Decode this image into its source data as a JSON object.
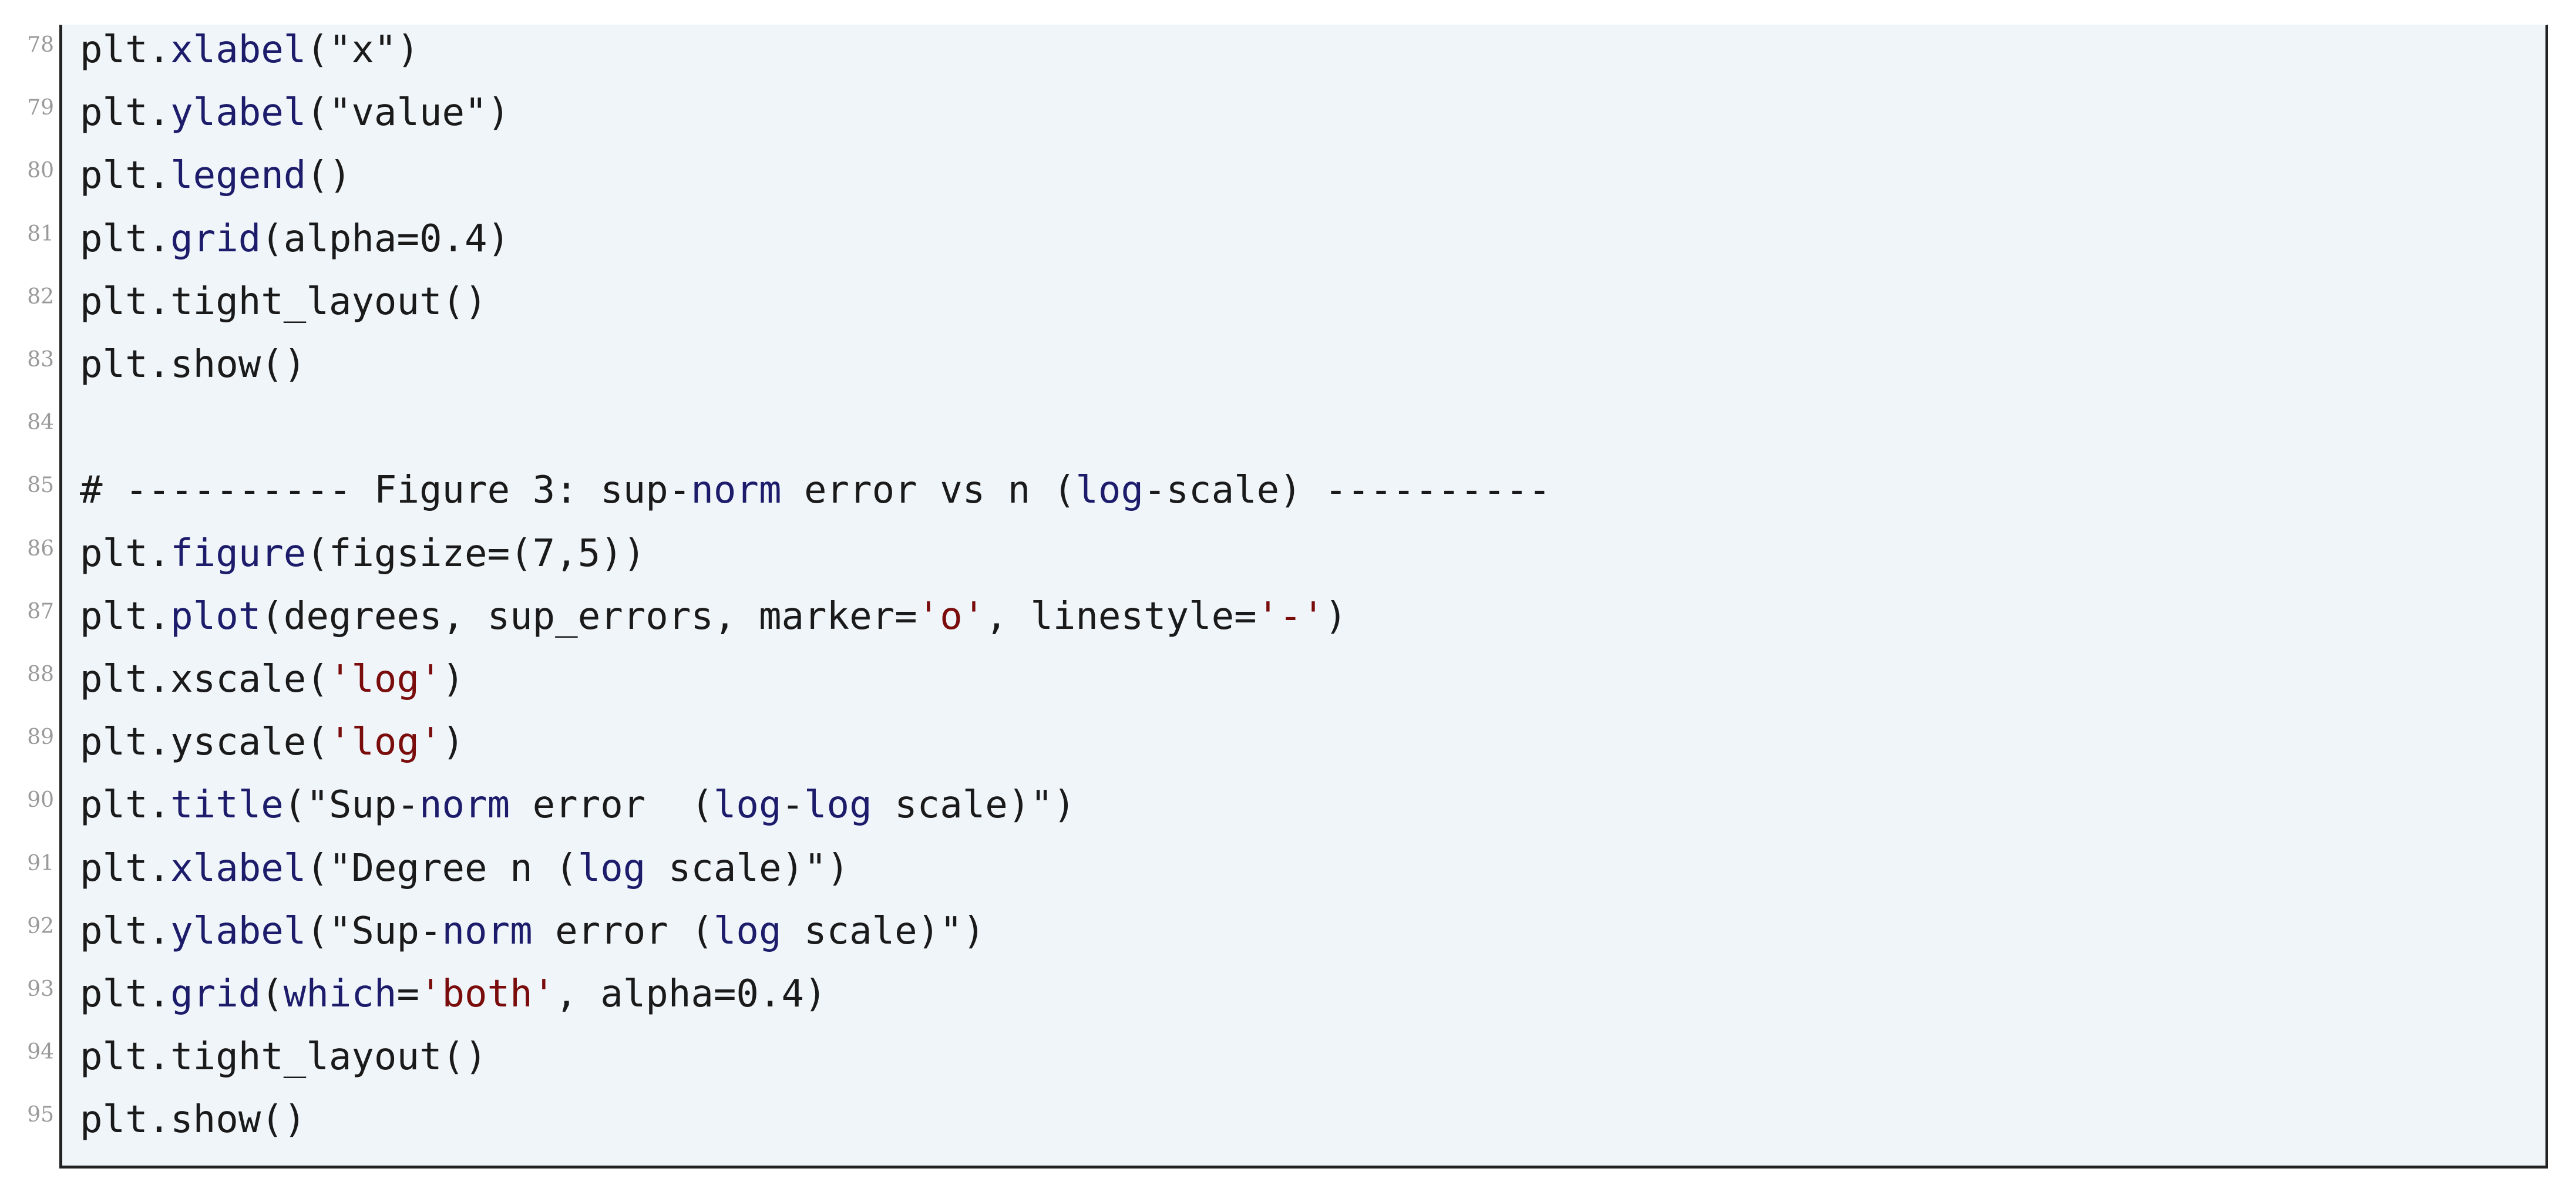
{
  "listing": {
    "lines": [
      {
        "no": "78",
        "segments": [
          {
            "t": "plt."
          },
          {
            "t": "xlabel",
            "c": "kw"
          },
          {
            "t": "(\"x\")"
          }
        ]
      },
      {
        "no": "79",
        "segments": [
          {
            "t": "plt."
          },
          {
            "t": "ylabel",
            "c": "kw"
          },
          {
            "t": "(\"value\")"
          }
        ]
      },
      {
        "no": "80",
        "segments": [
          {
            "t": "plt."
          },
          {
            "t": "legend",
            "c": "kw"
          },
          {
            "t": "()"
          }
        ]
      },
      {
        "no": "81",
        "segments": [
          {
            "t": "plt."
          },
          {
            "t": "grid",
            "c": "kw"
          },
          {
            "t": "(alpha=0.4)"
          }
        ]
      },
      {
        "no": "82",
        "segments": [
          {
            "t": "plt.tight_layout()"
          }
        ]
      },
      {
        "no": "83",
        "segments": [
          {
            "t": "plt.show()"
          }
        ]
      },
      {
        "no": "84",
        "segments": []
      },
      {
        "no": "85",
        "segments": [
          {
            "t": "# ---------- Figure 3: sup-"
          },
          {
            "t": "norm",
            "c": "kw"
          },
          {
            "t": " error vs n ("
          },
          {
            "t": "log",
            "c": "kw"
          },
          {
            "t": "-scale) ----------"
          }
        ]
      },
      {
        "no": "86",
        "segments": [
          {
            "t": "plt."
          },
          {
            "t": "figure",
            "c": "kw"
          },
          {
            "t": "(figsize=(7,5))"
          }
        ]
      },
      {
        "no": "87",
        "segments": [
          {
            "t": "plt."
          },
          {
            "t": "plot",
            "c": "kw"
          },
          {
            "t": "(degrees, sup_errors, marker="
          },
          {
            "t": "'o'",
            "c": "str"
          },
          {
            "t": ", linestyle="
          },
          {
            "t": "'-'",
            "c": "str"
          },
          {
            "t": ")"
          }
        ]
      },
      {
        "no": "88",
        "segments": [
          {
            "t": "plt.xscale("
          },
          {
            "t": "'log'",
            "c": "str"
          },
          {
            "t": ")"
          }
        ]
      },
      {
        "no": "89",
        "segments": [
          {
            "t": "plt.yscale("
          },
          {
            "t": "'log'",
            "c": "str"
          },
          {
            "t": ")"
          }
        ]
      },
      {
        "no": "90",
        "segments": [
          {
            "t": "plt."
          },
          {
            "t": "title",
            "c": "kw"
          },
          {
            "t": "(\"Sup-"
          },
          {
            "t": "norm",
            "c": "kw"
          },
          {
            "t": " error  ("
          },
          {
            "t": "log",
            "c": "kw"
          },
          {
            "t": "-"
          },
          {
            "t": "log",
            "c": "kw"
          },
          {
            "t": " scale)\")"
          }
        ]
      },
      {
        "no": "91",
        "segments": [
          {
            "t": "plt."
          },
          {
            "t": "xlabel",
            "c": "kw"
          },
          {
            "t": "(\"Degree n ("
          },
          {
            "t": "log",
            "c": "kw"
          },
          {
            "t": " scale)\")"
          }
        ]
      },
      {
        "no": "92",
        "segments": [
          {
            "t": "plt."
          },
          {
            "t": "ylabel",
            "c": "kw"
          },
          {
            "t": "(\"Sup-"
          },
          {
            "t": "norm",
            "c": "kw"
          },
          {
            "t": " error ("
          },
          {
            "t": "log",
            "c": "kw"
          },
          {
            "t": " scale)\")"
          }
        ]
      },
      {
        "no": "93",
        "segments": [
          {
            "t": "plt."
          },
          {
            "t": "grid",
            "c": "kw"
          },
          {
            "t": "("
          },
          {
            "t": "which",
            "c": "kw"
          },
          {
            "t": "="
          },
          {
            "t": "'both'",
            "c": "str"
          },
          {
            "t": ", alpha=0.4)"
          }
        ]
      },
      {
        "no": "94",
        "segments": [
          {
            "t": "plt.tight_layout()"
          }
        ]
      },
      {
        "no": "95",
        "segments": [
          {
            "t": "plt.show()"
          }
        ]
      }
    ]
  },
  "colors": {
    "keyword": "#1c1c6b",
    "string": "#7a0c0c",
    "background": "#f0f5fa"
  }
}
